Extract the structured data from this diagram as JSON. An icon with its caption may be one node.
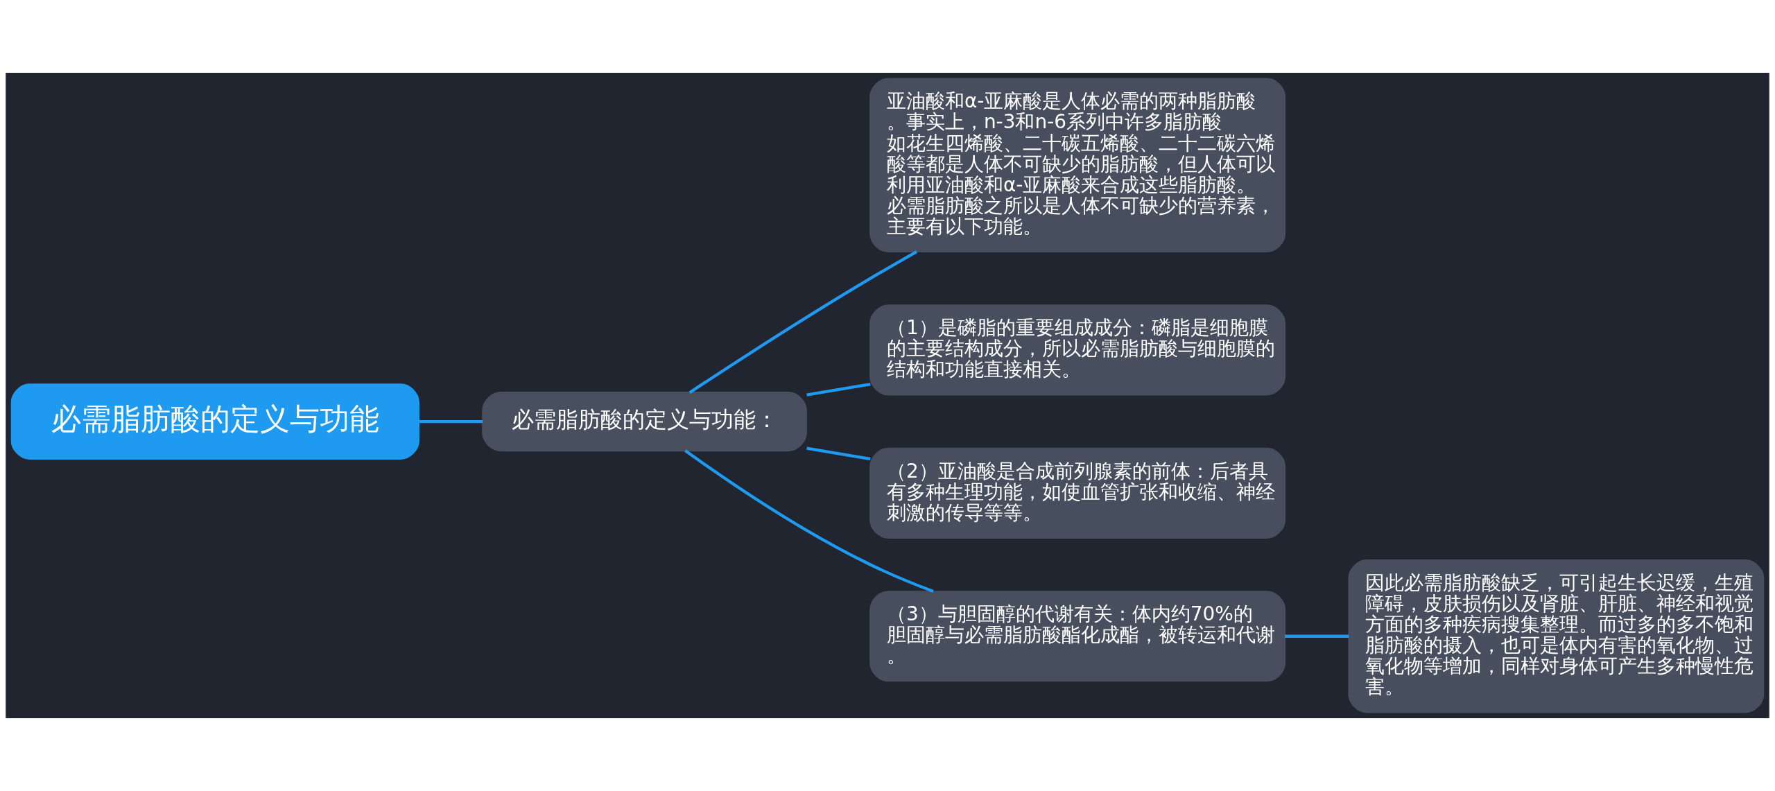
{
  "diagram": {
    "nodes": [
      {
        "text": [
          "必需脂肪酸的定义与功能"
        ]
      },
      {
        "text": [
          "必需脂肪酸的定义与功能："
        ]
      },
      {
        "text": [
          "亚油酸和α-亚麻酸是人体必需的两种脂肪酸。事实上，n-3和n-6系列中许多脂肪酸如花生四烯酸、二十碳五烯酸、二十二碳六烯酸等都是人体不可缺少的脂肪酸，但人体可以利用亚油酸和α-亚麻酸来合成这些脂肪酸。必需脂肪酸之所以是人体不可缺少的营养素，主要有以下功能。"
        ]
      },
      {
        "text": [
          "（1）是磷脂的重要组成成分：磷脂是细胞膜的主要结构成分，所以必需脂肪酸与细胞膜的结构和功能直接相关。"
        ]
      },
      {
        "text": [
          "（2）亚油酸是合成前列腺素的前体：后者具有多种生理功能，如使血管扩张和收缩、神经刺激的传导等等。"
        ]
      },
      {
        "text": [
          "（3）与胆固醇的代谢有关：体内约70%的胆固醇与必需脂肪酸酯化成酯，被转运和代谢。"
        ]
      },
      {
        "text": [
          "因此必需脂肪酸缺乏，可引起生长迟缓，生殖障碍，皮肤损伤以及肾脏、肝脏、神经和视觉方面的多种疾病搜集整理。而过多的多不饱和脂肪酸的摄入，也可是体内有害的氧化物、过氧化物等增加，同样对身体可产生多种慢性危害。"
        ]
      }
    ],
    "edges": [
      {
        "from": 0,
        "to": 1,
        "arrow": "none"
      },
      {
        "from": 1,
        "to": 2,
        "arrow": "none"
      },
      {
        "from": 1,
        "to": 3,
        "arrow": "none"
      },
      {
        "from": 1,
        "to": 4,
        "arrow": "none"
      },
      {
        "from": 1,
        "to": 5,
        "arrow": "none"
      },
      {
        "from": 5,
        "to": 6,
        "arrow": "none"
      }
    ]
  }
}
